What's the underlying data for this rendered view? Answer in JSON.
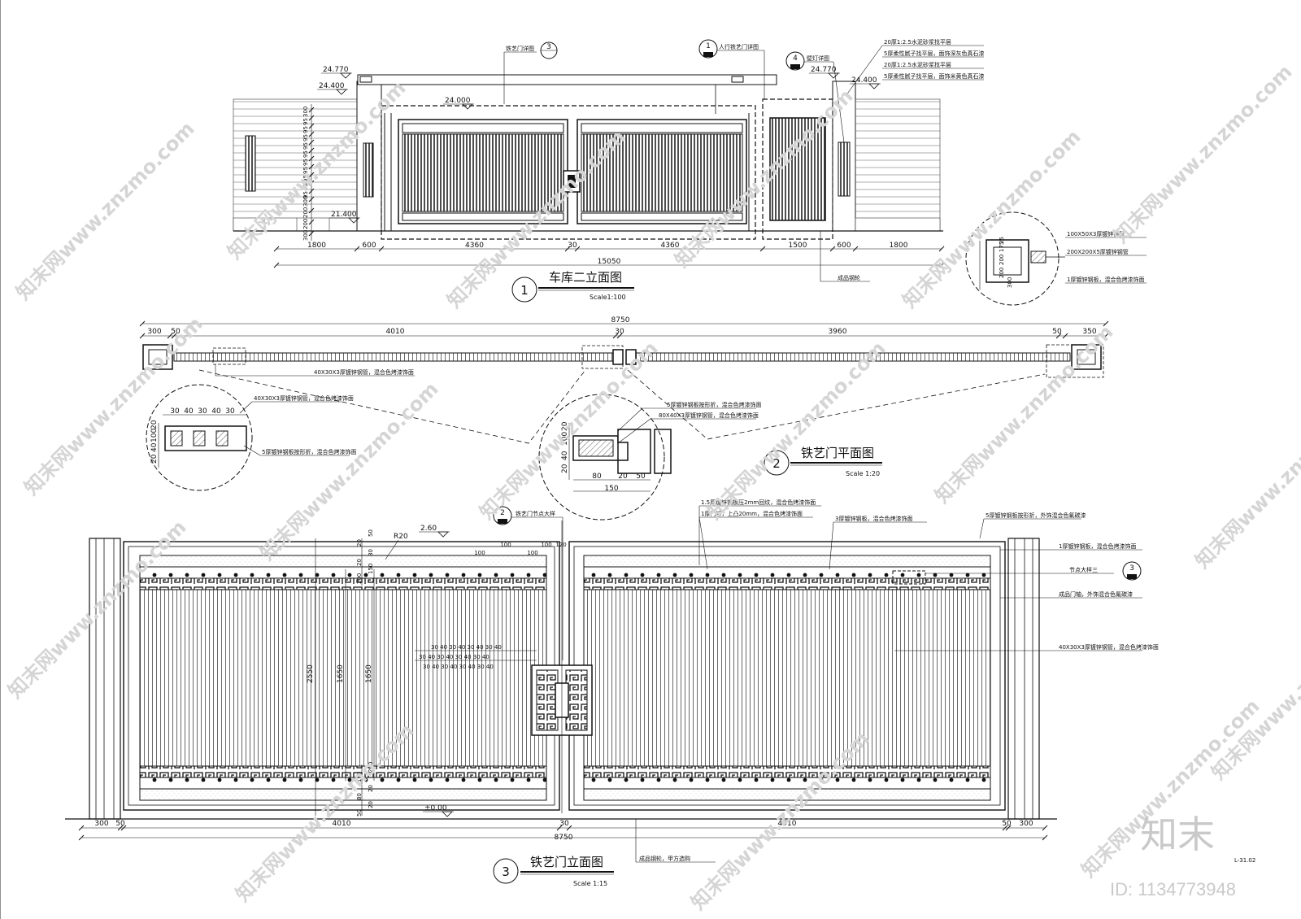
{
  "drawings": {
    "elevation1": {
      "number": "1",
      "title": "车库二立面图",
      "scale": "Scale1:100",
      "levels": [
        "24.770",
        "24.400",
        "24.000",
        "21.400",
        "24.770",
        "24.400"
      ],
      "dims_bottom": [
        "1800",
        "600",
        "4360",
        "30",
        "4360",
        "1500",
        "600",
        "1800"
      ],
      "dim_total": "15050",
      "dims_left": [
        "300",
        "95",
        "95",
        "95",
        "95",
        "95",
        "95",
        "95",
        "95",
        "95",
        "95",
        "300",
        "200",
        "200",
        "300"
      ],
      "callouts": {
        "gate_detail": {
          "number": "3",
          "label": "铁艺门详图"
        },
        "pedestrian_detail": {
          "number": "1",
          "label": "人行铁艺门详图"
        },
        "lamp_detail": {
          "number": "4",
          "label": "壁灯详图"
        }
      },
      "notes_top_right": [
        "20厚1:2.5水泥砂浆找平层",
        "5厚柔性腻子找平层，面饰深灰色真石漆",
        "20厚1:2.5水泥砂浆找平层",
        "5厚柔性腻子找平层，面饰米黄色真石漆"
      ],
      "note_track": "成品钢轮"
    },
    "detail_circle_right": {
      "notes": [
        "100X50X3厚镀锌钢管",
        "200X200X5厚镀锌钢管",
        "1厚镀锌钢板，混合色烤漆饰面"
      ],
      "dims": [
        "25",
        "175",
        "200",
        "200",
        "300"
      ]
    },
    "plan2": {
      "number": "2",
      "title": "铁艺门平面图",
      "scale": "Scale 1:20",
      "dims": [
        "300",
        "50",
        "4010",
        "30",
        "3960",
        "50",
        "350"
      ],
      "dim_total": "8750",
      "note_tube": "40X30X3厚镀锌钢管，混合色烤漆饰面",
      "detail_left": {
        "note_top": "40X30X3厚镀锌钢管，混合色烤漆饰面",
        "note_bottom": "5厚镀锌钢板按形折，混合色烤漆饰面",
        "dims_top": [
          "30",
          "40",
          "30",
          "40",
          "30"
        ],
        "dims_side": [
          "20",
          "100",
          "40",
          "20"
        ]
      },
      "detail_center": {
        "note_1": "5厚镀锌钢板按形折，混合色烤漆饰面",
        "note_2": "80X40X3厚镀锌钢管，混合色烤漆饰面",
        "dims_bottom": [
          "80",
          "20",
          "50"
        ],
        "dim_total": "150",
        "dims_side": [
          "20",
          "100",
          "40",
          "20"
        ]
      }
    },
    "elevation3": {
      "number": "3",
      "title": "铁艺门立面图",
      "scale": "Scale 1:15",
      "level_top": "2.60",
      "level_bottom": "±0.00",
      "dims_bottom": [
        "300",
        "50",
        "4010",
        "30",
        "4010",
        "50",
        "300"
      ],
      "dim_total": "8750",
      "dims_height": [
        "2550",
        "1650",
        "1650"
      ],
      "dims_top_rows": [
        "50",
        "20",
        "80",
        "20",
        "150",
        "200"
      ],
      "dims_bottom_rows": [
        "200",
        "150",
        "20",
        "80",
        "20",
        "50"
      ],
      "dims_pattern": [
        "100",
        "100",
        "100",
        "100",
        "120"
      ],
      "dims_bars": "30 40 30 40 30 40 30 40",
      "radius": "R20",
      "callout_node": {
        "number": "2",
        "label": "铁艺门节点大样"
      },
      "callout_node3": {
        "number": "3",
        "label": "节点大样三"
      },
      "notes_top": [
        "1.5厚镀锌钢板压2mm回纹，混合色烤漆饰面",
        "1厚门钉，上凸20mm，混合色烤漆饰面",
        "3厚镀锌钢板，混合色烤漆饰面",
        "5厚镀锌钢板按形折，外饰混合色氟碳漆"
      ],
      "notes_right": [
        "1厚镀锌钢板，混合色烤漆饰面",
        "成品门轴，外饰混合色氟碳漆",
        "40X30X3厚镀锌钢管，混合色烤漆饰面"
      ],
      "note_track": "成品钢轮，甲方选购",
      "sheet_code": "L-31.02"
    }
  },
  "watermark": {
    "site": "知末网www.znzmo.com",
    "logo": "知末",
    "id": "ID: 1134773948"
  },
  "colors": {
    "line": "#111111",
    "watermark": "#d0d0d0"
  }
}
